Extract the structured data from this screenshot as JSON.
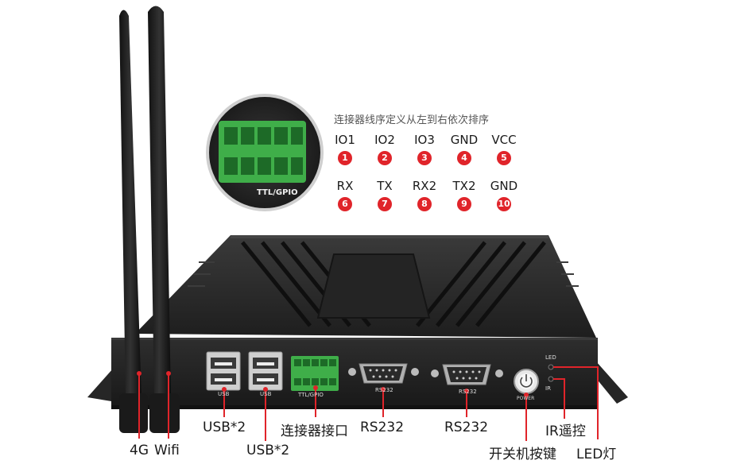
{
  "connector": {
    "title": "连接器线序定义从左到右依次排序",
    "inset_label": "TTL/GPIO",
    "row1": [
      {
        "name": "IO1",
        "num": "1"
      },
      {
        "name": "IO2",
        "num": "2"
      },
      {
        "name": "IO3",
        "num": "3"
      },
      {
        "name": "GND",
        "num": "4"
      },
      {
        "name": "VCC",
        "num": "5"
      }
    ],
    "row2": [
      {
        "name": "RX",
        "num": "6"
      },
      {
        "name": "TX",
        "num": "7"
      },
      {
        "name": "RX2",
        "num": "8"
      },
      {
        "name": "TX2",
        "num": "9"
      },
      {
        "name": "GND",
        "num": "10"
      }
    ]
  },
  "panel": {
    "usb_a": "USB",
    "usb_b": "USB",
    "gpio": "TTL/GPIO",
    "rs232_a": "RS232",
    "rs232_b": "RS232",
    "power": "POWER",
    "led": "LED",
    "ir": "IR"
  },
  "callouts": {
    "ant_4g": "4G",
    "ant_wifi": "Wifi",
    "usb1": "USB*2",
    "usb2": "USB*2",
    "connector": "连接器接口",
    "rs232_1": "RS232",
    "rs232_2": "RS232",
    "power": "开关机按键",
    "ir": "IR遥控",
    "led": "LED灯"
  },
  "colors": {
    "accent": "#e0242a",
    "body": "#2b2b2b",
    "terminal": "#3fae49"
  }
}
